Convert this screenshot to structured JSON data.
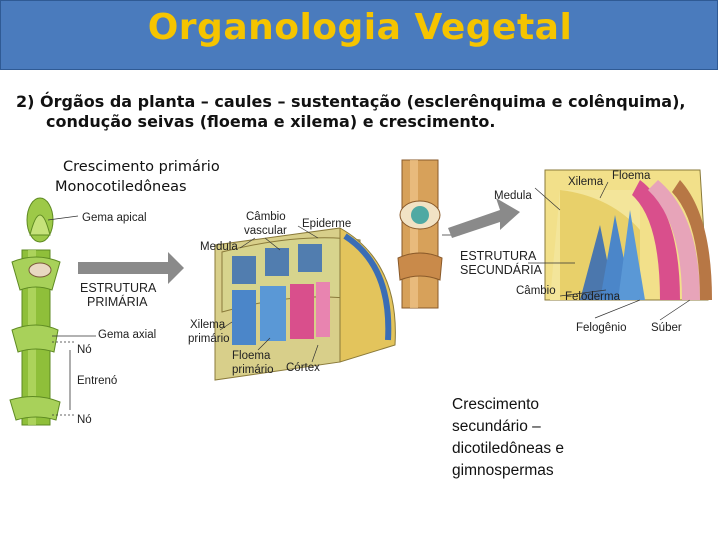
{
  "title": "Organologia Vegetal",
  "subtitle_line1": "2) Órgãos da planta – caules – sustentação (esclerênquima e colênquima),",
  "subtitle_line2": "condução seivas (floema e xilema) e crescimento.",
  "primary_caption_line1": "Crescimento primário",
  "primary_caption_line2": "Monocotiledôneas",
  "secondary_caption_line1": "Crescimento",
  "secondary_caption_line2": "secundário –",
  "secondary_caption_line3": "dicotiledôneas e",
  "secondary_caption_line4": "gimnospermas",
  "labels": {
    "gema_apical": "Gema apical",
    "estrutura_primaria_1": "ESTRUTURA",
    "estrutura_primaria_2": "PRIMÁRIA",
    "gema_axial": "Gema axial",
    "no_top": "Nó",
    "entreno": "Entrenó",
    "no_bottom": "Nó",
    "cambio_vascular_1": "Câmbio",
    "cambio_vascular_2": "vascular",
    "epiderme": "Epiderme",
    "medula_left": "Medula",
    "xilema_primario_1": "Xilema",
    "xilema_primario_2": "primário",
    "floema_primario_1": "Floema",
    "floema_primario_2": "primário",
    "cortex": "Córtex",
    "xilema_right": "Xilema",
    "floema_right": "Floema",
    "medula_right": "Medula",
    "estrutura_secundaria_1": "ESTRUTURA",
    "estrutura_secundaria_2": "SECUNDÁRIA",
    "cambio": "Câmbio",
    "feloderma": "Feloderma",
    "felogenio": "Felogênio",
    "suber": "Súber"
  },
  "colors": {
    "title_bg": "#4a7bbd",
    "title_text": "#f5c400",
    "stem_green": "#8fbf3a",
    "wood_tan": "#d8b070",
    "xylem_blue": "#3a6db5",
    "phloem_pink": "#d94f8c"
  }
}
